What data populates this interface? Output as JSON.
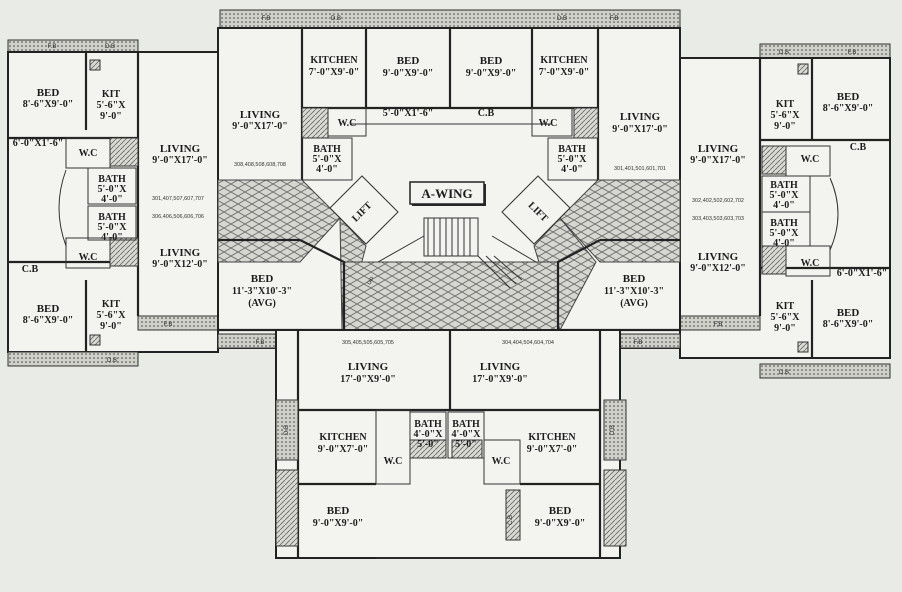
{
  "title": "A-WING",
  "rooms": {
    "bed_lt": [
      "BED",
      "8'-6\"X9'-0\""
    ],
    "kit_lt": [
      "KIT",
      "5'-6\"X",
      "9'-0\""
    ],
    "ledge_lt": "6'-0\"X1'-6\"",
    "wc_l1": "W.C",
    "bath_l1": [
      "BATH",
      "5'-0\"X",
      "4'-0\""
    ],
    "bath_l2": [
      "BATH",
      "5'-0\"X",
      "4'-0\""
    ],
    "wc_l2": "W.C",
    "cb_l": "C.B",
    "bed_lb": [
      "BED",
      "8'-6\"X9'-0\""
    ],
    "kit_lb": [
      "KIT",
      "5'-6\"X",
      "9'-0\""
    ],
    "living_l1": [
      "LIVING",
      "9'-0\"X17'-0\""
    ],
    "living_l2": [
      "LIVING",
      "9'-0\"X12'-0\""
    ],
    "living_cl": [
      "LIVING",
      "9'-0\"X17'-0\""
    ],
    "kitchen_cl": [
      "KITCHEN",
      "7'-0\"X9'-0\""
    ],
    "bed_cl": [
      "BED",
      "9'-0\"X9'-0\""
    ],
    "bed_cr": [
      "BED",
      "9'-0\"X9'-0\""
    ],
    "kitchen_cr": [
      "KITCHEN",
      "7'-0\"X9'-0\""
    ],
    "living_cr": [
      "LIVING",
      "9'-0\"X17'-0\""
    ],
    "ledge_c": "5'-0\"X1'-6\"",
    "cb_c": "C.B",
    "wc_cl": "W.C",
    "bath_cl": [
      "BATH",
      "5'-0\"X",
      "4'-0\""
    ],
    "wc_cr": "W.C",
    "bath_cr": [
      "BATH",
      "5'-0\"X",
      "4'-0\""
    ],
    "lift_l": "LIFT",
    "lift_r": "LIFT",
    "up": "UP",
    "bed_ml": [
      "BED",
      "11'-3\"X10'-3\"",
      "(AVG)"
    ],
    "bed_mr": [
      "BED",
      "11'-3\"X10'-3\"",
      "(AVG)"
    ],
    "living_r1": [
      "LIVING",
      "9'-0\"X17'-0\""
    ],
    "living_r2": [
      "LIVING",
      "9'-0\"X12'-0\""
    ],
    "kit_rt": [
      "KIT",
      "5'-6\"X",
      "9'-0\""
    ],
    "bed_rt": [
      "BED",
      "8'-6\"X9'-0\""
    ],
    "cb_r": "C.B",
    "wc_r1": "W.C",
    "bath_r1": [
      "BATH",
      "5'-0\"X",
      "4'-0\""
    ],
    "bath_r2": [
      "BATH",
      "5'-0\"X",
      "4'-0\""
    ],
    "wc_r2": "W.C",
    "ledge_r": "6'-0\"X1'-6\"",
    "kit_rb": [
      "KIT",
      "5'-6\"X",
      "9'-0\""
    ],
    "bed_rb": [
      "BED",
      "8'-6\"X9'-0\""
    ],
    "living_bl": [
      "LIVING",
      "17'-0\"X9'-0\""
    ],
    "living_br": [
      "LIVING",
      "17'-0\"X9'-0\""
    ],
    "kitchen_bl": [
      "KITCHEN",
      "9'-0\"X7'-0\""
    ],
    "bath_bl": [
      "BATH",
      "4'-0\"X",
      "5'-0\""
    ],
    "bath_br": [
      "BATH",
      "4'-0\"X",
      "5'-0\""
    ],
    "kitchen_br": [
      "KITCHEN",
      "9'-0\"X7'-0\""
    ],
    "wc_bl": "W.C",
    "wc_br": "W.C",
    "bed_bl": [
      "BED",
      "9'-0\"X9'-0\""
    ],
    "bed_br": [
      "BED",
      "9'-0\"X9'-0\""
    ]
  },
  "flat_numbers": {
    "ctl": "308,408,508,608,708",
    "l1": "301,407,507,607,707",
    "l2": "306,406,506,606,706",
    "ctr": "301,401,501,601,701",
    "r1": "302,402,502,602,702",
    "r2": "303,403,503,603,703",
    "bl": "305,405,505,605,705",
    "br": "304,404,504,604,704"
  },
  "tags": {
    "db": "D.B",
    "fb": "F.B",
    "cb": "C.B"
  },
  "colors": {
    "background": "#e9ebe6",
    "wall": "#222222",
    "label": "#1c1c1c"
  }
}
